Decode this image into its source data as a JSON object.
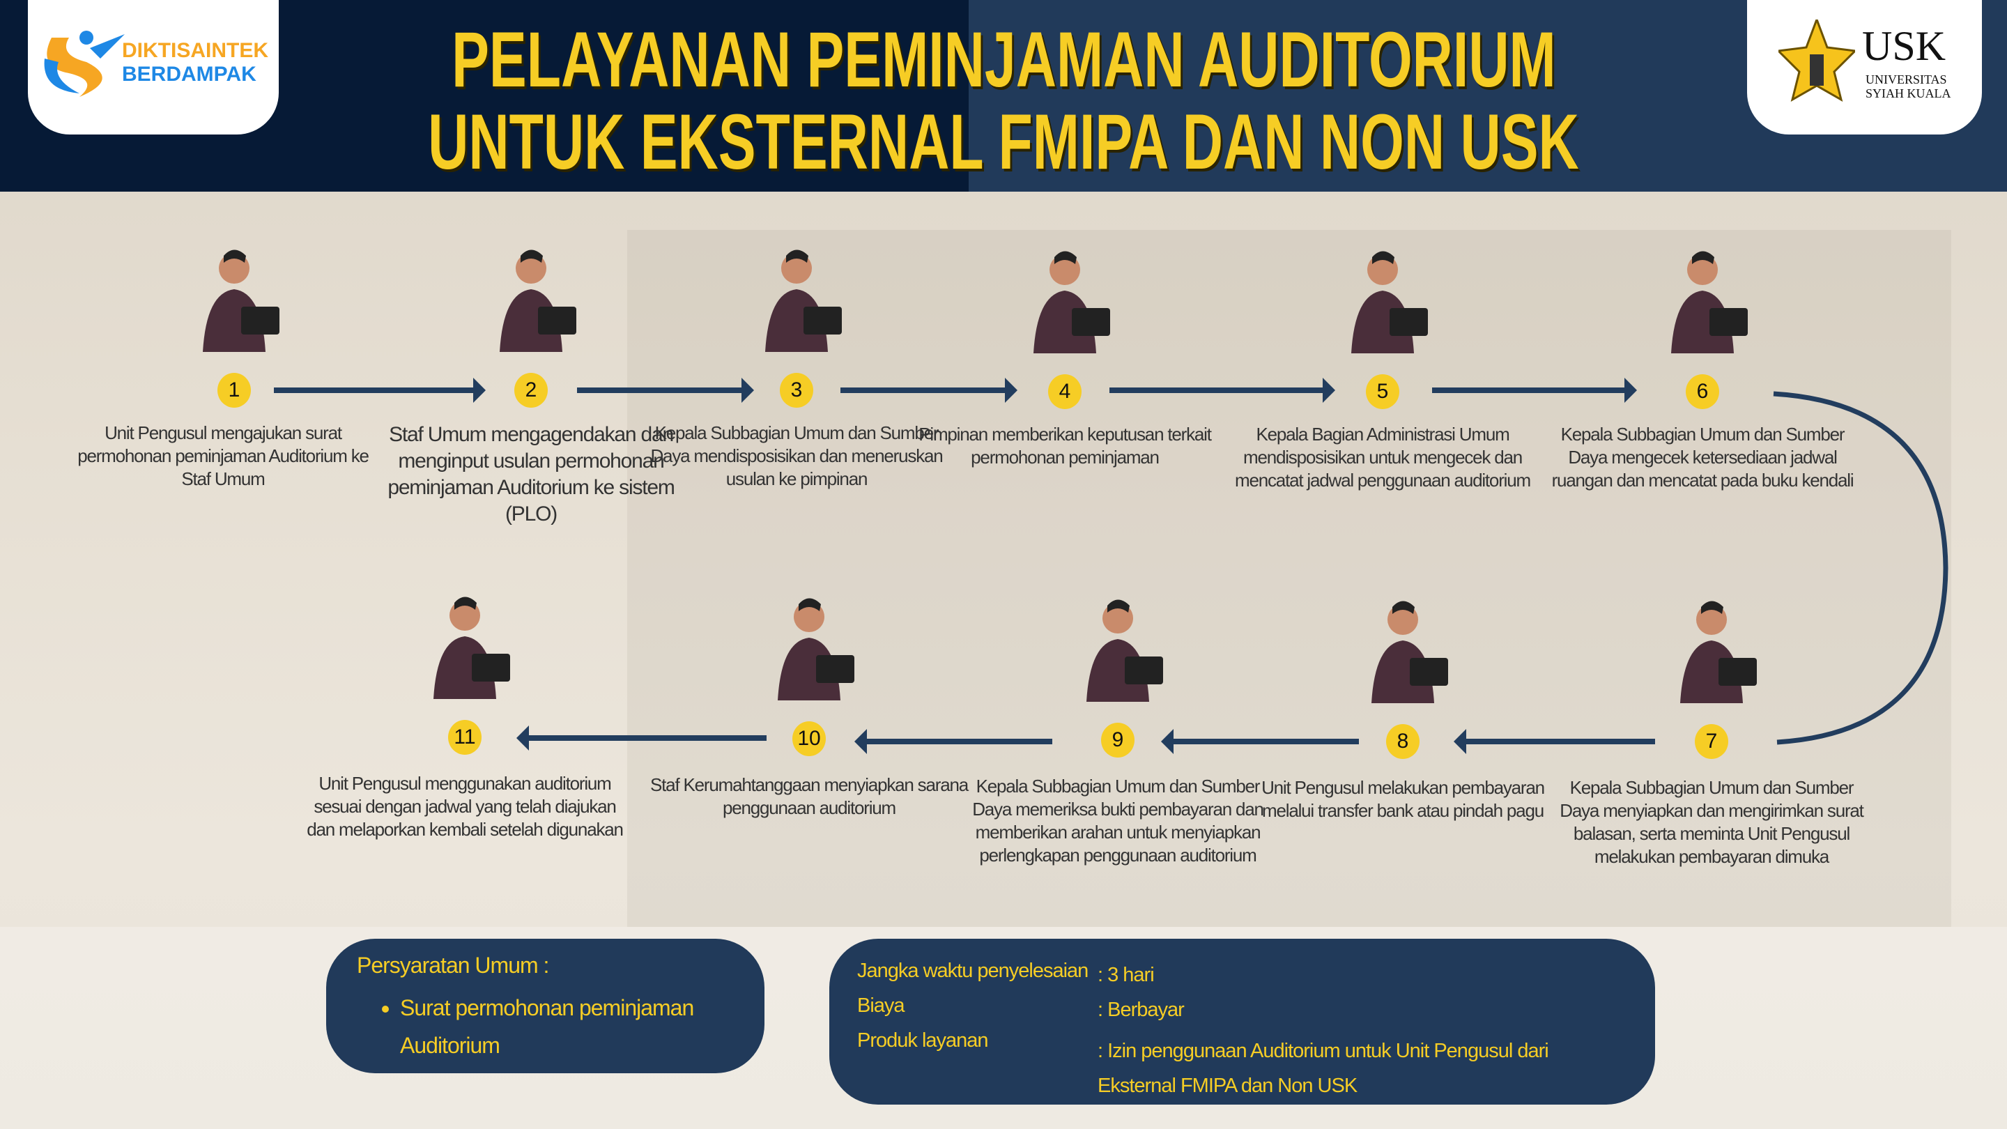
{
  "header": {
    "left_logo": {
      "line1": "DIKTISAINTEK",
      "line2": "BERDAMPAK"
    },
    "right_logo": {
      "name": "USK",
      "line1": "UNIVERSITAS",
      "line2": "SYIAH KUALA"
    },
    "title_line1": "PELAYANAN PEMINJAMAN AUDITORIUM",
    "title_line2": "UNTUK EKSTERNAL FMIPA DAN NON USK"
  },
  "steps": [
    {
      "num": "1",
      "text": "Unit Pengusul mengajukan surat permohonan peminjaman Auditorium ke Staf Umum",
      "icon": "person-holding-document-icon"
    },
    {
      "num": "2",
      "text": "Staf Umum mengagendakan dan menginput usulan permohonan peminjaman Auditorium ke sistem (PLO)",
      "icon": "staff-at-laptop-icon"
    },
    {
      "num": "3",
      "text": "Kepala Subbagian Umum dan Sumber Daya mendisposisikan dan meneruskan usulan ke pimpinan",
      "icon": "person-with-tablet-icon"
    },
    {
      "num": "4",
      "text": "Pimpinan memberikan keputusan terkait permohonan peminjaman",
      "icon": "signing-document-icon"
    },
    {
      "num": "5",
      "text": "Kepala Bagian Administrasi Umum mendisposisikan untuk mengecek dan mencatat jadwal penggunaan auditorium",
      "icon": "checklist-laptop-icon"
    },
    {
      "num": "6",
      "text": "Kepala Subbagian Umum dan Sumber Daya mengecek ketersediaan jadwal ruangan dan mencatat pada buku kendali",
      "icon": "person-with-tablet-icon"
    },
    {
      "num": "7",
      "text": "Kepala Subbagian Umum dan Sumber Daya menyiapkan dan mengirimkan surat balasan, serta meminta Unit Pengusul melakukan pembayaran dimuka",
      "icon": "two-staff-icon"
    },
    {
      "num": "8",
      "text": "Unit Pengusul melakukan pembayaran melalui transfer bank atau pindah pagu",
      "icon": "mobile-payment-icon"
    },
    {
      "num": "9",
      "text": "Kepala Subbagian Umum dan Sumber Daya memeriksa bukti pembayaran dan memberikan arahan untuk menyiapkan perlengkapan penggunaan auditorium",
      "icon": "checklist-laptop-icon"
    },
    {
      "num": "10",
      "text": "Staf Kerumahtanggaan menyiapkan sarana penggunaan auditorium",
      "icon": "person-at-computer-icon"
    },
    {
      "num": "11",
      "text": "Unit Pengusul menggunakan auditorium sesuai dengan jadwal yang telah diajukan dan melaporkan kembali setelah digunakan",
      "icon": "person-approved-icon"
    }
  ],
  "requirements": {
    "title": "Persyaratan Umum :",
    "items": [
      "Surat permohonan peminjaman Auditorium"
    ]
  },
  "info": {
    "rows": [
      {
        "label": "Jangka waktu penyelesaian",
        "value": ": 3 hari"
      },
      {
        "label": "Biaya",
        "value": ": Berbayar"
      },
      {
        "label": "Produk layanan",
        "value": ": Izin penggunaan Auditorium untuk Unit Pengusul dari Eksternal FMIPA dan Non USK"
      }
    ]
  },
  "colors": {
    "navy": "#213a5a",
    "dark": "#061a36",
    "yellow": "#f6cd25"
  }
}
